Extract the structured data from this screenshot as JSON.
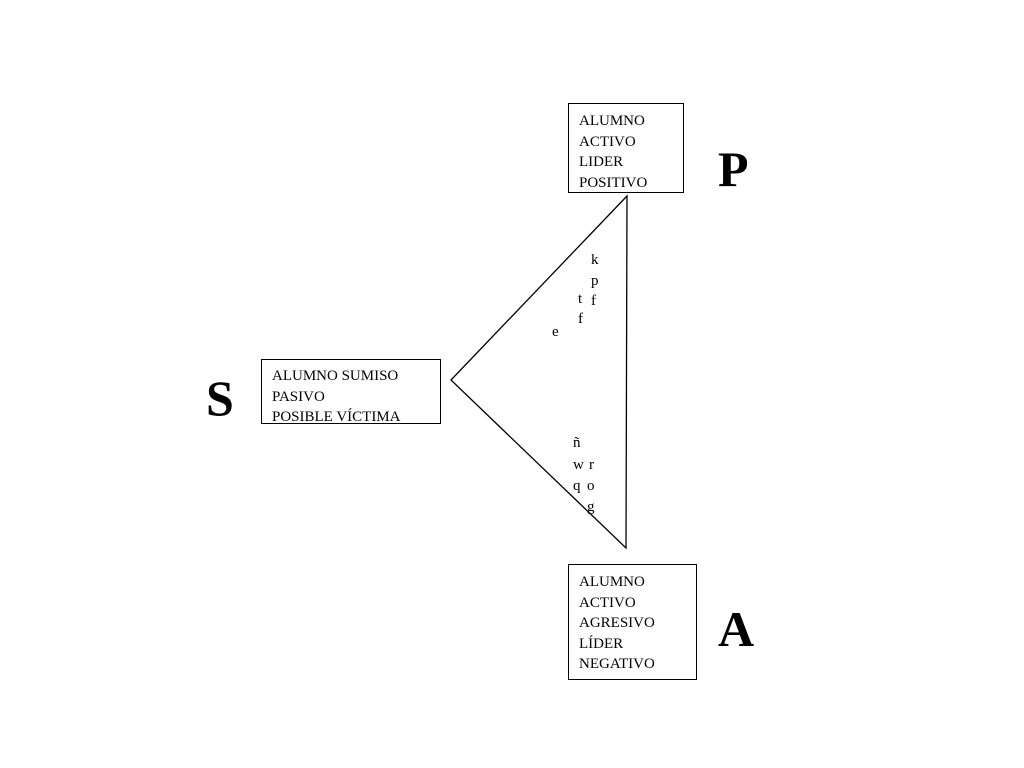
{
  "nodes": {
    "p": {
      "letter": "P",
      "lines": [
        "ALUMNO",
        "ACTIVO",
        "LIDER",
        "POSITIVO"
      ]
    },
    "s": {
      "letter": "S",
      "lines": [
        "ALUMNO SUMISO",
        "PASIVO",
        "POSIBLE VÍCTIMA"
      ]
    },
    "a": {
      "letter": "A",
      "lines": [
        "ALUMNO",
        "ACTIVO",
        "AGRESIVO",
        "LÍDER",
        "NEGATIVO"
      ]
    }
  },
  "upper_edge_glyphs": [
    "k",
    "p",
    "f",
    "t",
    "f",
    "e"
  ],
  "lower_edge_glyphs": [
    "ñ",
    "w",
    "r",
    "q",
    "o",
    "g"
  ]
}
